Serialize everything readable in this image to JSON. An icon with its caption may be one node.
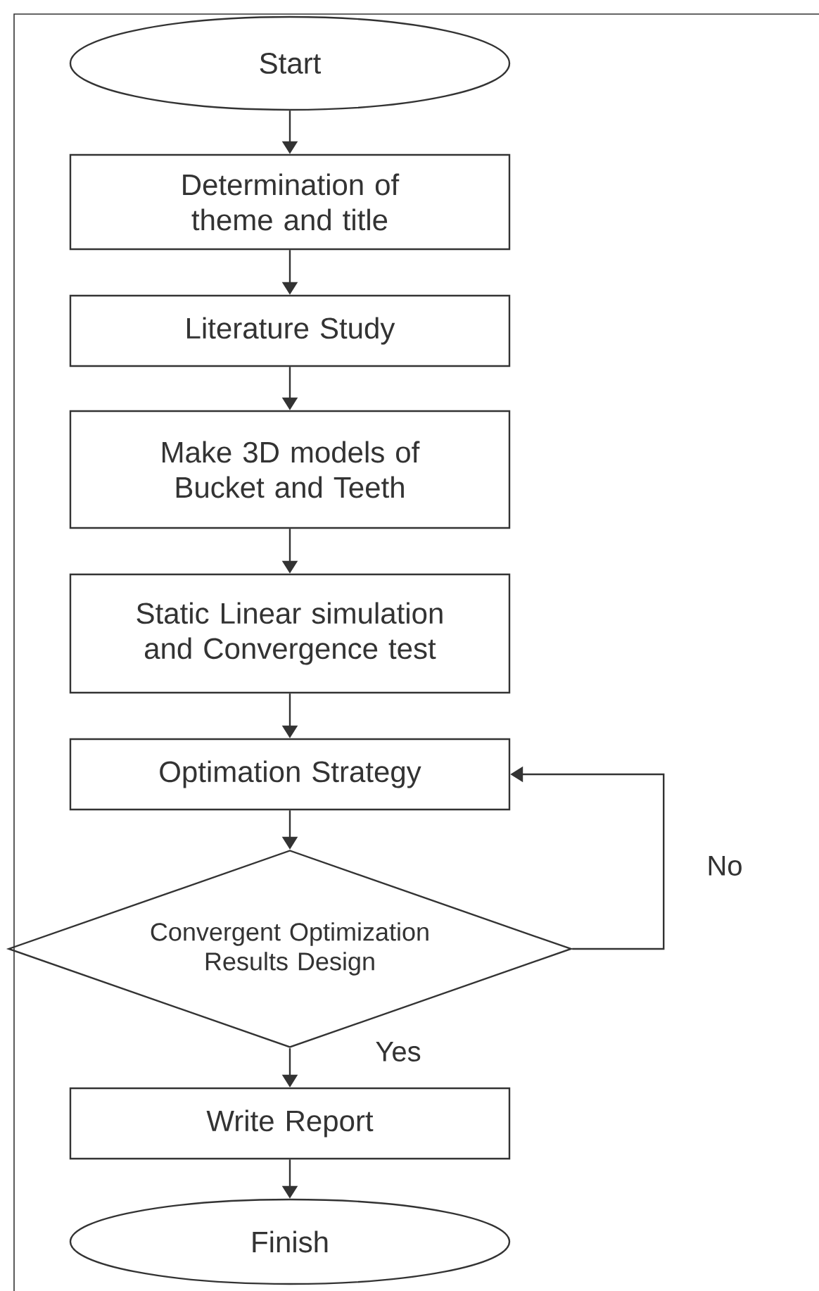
{
  "diagram": {
    "nodes": [
      {
        "text": [
          "Start"
        ]
      },
      {
        "text": [
          "Determination of theme and title"
        ]
      },
      {
        "text": [
          "Literature Study"
        ]
      },
      {
        "text": [
          "Make 3D models of Bucket and Teeth"
        ]
      },
      {
        "text": [
          "Static Linear simulation and Convergence test"
        ]
      },
      {
        "text": [
          "Optimation Strategy"
        ]
      },
      {
        "text": [
          "Convergent Optimization Results Design"
        ]
      },
      {
        "text": [
          "Write Report"
        ]
      },
      {
        "text": [
          "Finish"
        ]
      }
    ],
    "edges": [
      {
        "from": 0,
        "to": 1,
        "arrow": "to"
      },
      {
        "from": 1,
        "to": 2,
        "arrow": "to"
      },
      {
        "from": 2,
        "to": 3,
        "arrow": "to"
      },
      {
        "from": 3,
        "to": 4,
        "arrow": "to"
      },
      {
        "from": 4,
        "to": 5,
        "arrow": "to"
      },
      {
        "from": 5,
        "to": 6,
        "arrow": "to"
      },
      {
        "from": 6,
        "to": 5,
        "label": "No",
        "arrow": "to"
      },
      {
        "from": 6,
        "to": 7,
        "label": "Yes",
        "arrow": "to"
      },
      {
        "from": 7,
        "to": 8,
        "arrow": "to"
      }
    ]
  }
}
